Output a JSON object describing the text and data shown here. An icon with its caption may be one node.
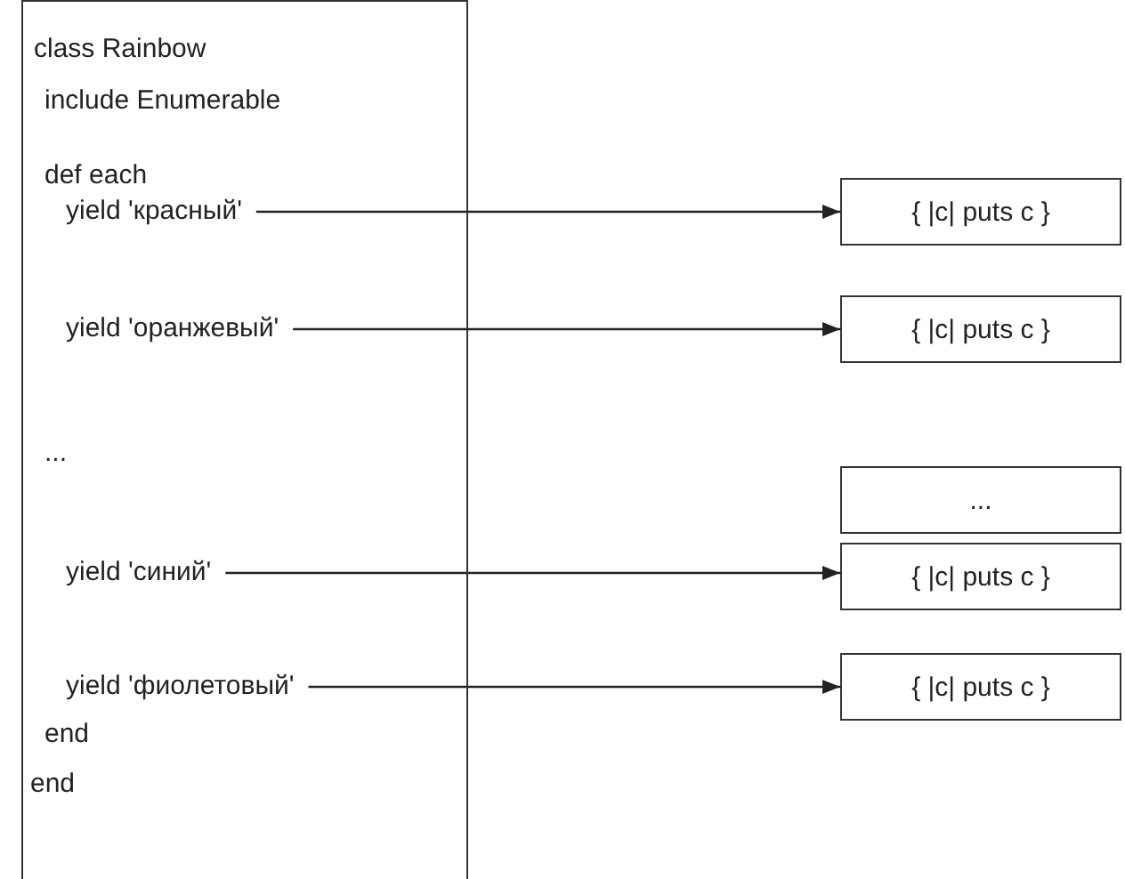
{
  "diagram": {
    "nodes": [
      {
        "text": [
          "class Rainbow",
          "include Enumerable",
          "def each",
          "...",
          "end",
          "end"
        ]
      },
      {
        "text": [
          "yield 'красный'"
        ],
        "in": 0
      },
      {
        "text": [
          "{ |c| puts c }"
        ]
      },
      {
        "text": [
          "yield 'оранжевый'"
        ],
        "in": 0
      },
      {
        "text": [
          "{ |c| puts c }"
        ]
      },
      {
        "text": [
          "..."
        ]
      },
      {
        "text": [
          "yield 'синий'"
        ],
        "in": 0
      },
      {
        "text": [
          "{ |c| puts c }"
        ]
      },
      {
        "text": [
          "yield 'фиолетовый'"
        ],
        "in": 0
      },
      {
        "text": [
          "{ |c| puts c }"
        ]
      }
    ],
    "edges": [
      {
        "from": 1,
        "to": 2,
        "arrow": "to"
      },
      {
        "from": 3,
        "to": 4,
        "arrow": "to"
      },
      {
        "from": 6,
        "to": 7,
        "arrow": "to"
      },
      {
        "from": 8,
        "to": 9,
        "arrow": "to"
      }
    ]
  }
}
